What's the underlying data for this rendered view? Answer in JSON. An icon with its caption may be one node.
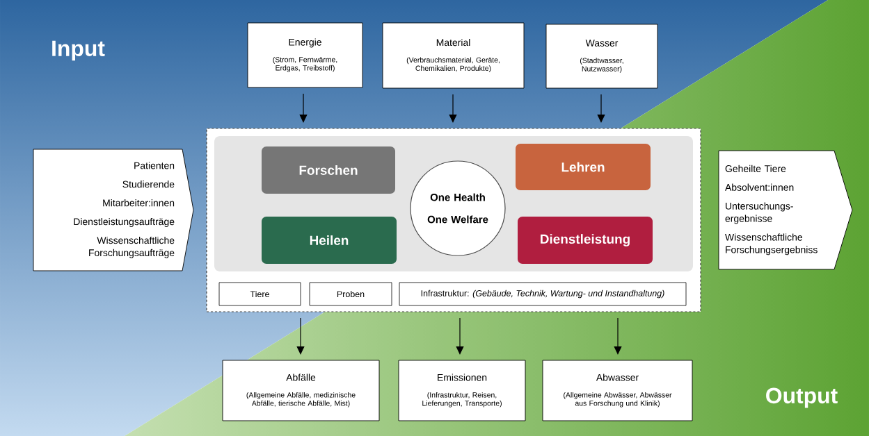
{
  "diagram": {
    "nodes": [
      {
        "text": [
          "Energie",
          "(Strom, Fernwärme, Erdgas, Treibstoff)"
        ]
      },
      {
        "text": [
          "Material",
          "(Verbrauchsmaterial, Geräte, Chemikalien, Produkte)"
        ]
      },
      {
        "text": [
          "Wasser",
          "(Stadtwasser, Nutzwasser)"
        ]
      },
      {
        "text": [
          "Patienten",
          "Studierende",
          "Mitarbeiter:innen",
          "Dienstleistungsaufträge",
          "Wissenschaftliche Forschungsaufträge"
        ]
      },
      {
        "text": [],
        "shape": "box"
      },
      {
        "text": [],
        "shape": "box",
        "in": 4
      },
      {
        "text": [
          "Forschen"
        ],
        "in": 5
      },
      {
        "text": [
          "Lehren"
        ],
        "in": 5
      },
      {
        "text": [
          "One Health One Welfare"
        ],
        "in": 5
      },
      {
        "text": [
          "Heilen"
        ],
        "in": 5
      },
      {
        "text": [
          "Dienstleistung"
        ],
        "in": 5
      },
      {
        "text": [
          "Tiere"
        ],
        "in": 4
      },
      {
        "text": [
          "Proben"
        ],
        "in": 4
      },
      {
        "text": [
          "Infrastruktur: *(Gebäude, Technik, Wartung- und Instandhaltung)*"
        ],
        "in": 4
      },
      {
        "text": [
          "Geheilte Tiere",
          "Absolvent:innen",
          "Untersuchungs- ergebnisse",
          "Wissenschaftliche Forschungsergebniss"
        ]
      },
      {
        "text": [
          "Abfälle",
          "(Allgemeine Abfälle, medizinische Abfälle, tierische Abfälle, Mist)"
        ]
      },
      {
        "text": [
          "Emissionen",
          "(Infrastruktur, Reisen, Lieferungen, Transporte)"
        ]
      },
      {
        "text": [
          "Abwasser",
          "(Allgemeine Abwässer, Abwässer aus Forschung und Klinik)"
        ]
      }
    ],
    "edges": [
      {
        "from": 0,
        "to": 4,
        "arrow": "to"
      },
      {
        "from": 1,
        "to": 4,
        "arrow": "to"
      },
      {
        "from": 2,
        "to": 4,
        "arrow": "to"
      },
      {
        "from": 4,
        "to": 15,
        "arrow": "to"
      },
      {
        "from": 4,
        "to": 16,
        "arrow": "to"
      },
      {
        "from": 4,
        "to": 17,
        "arrow": "to"
      }
    ],
    "labels": [
      "Input",
      "Output"
    ]
  }
}
